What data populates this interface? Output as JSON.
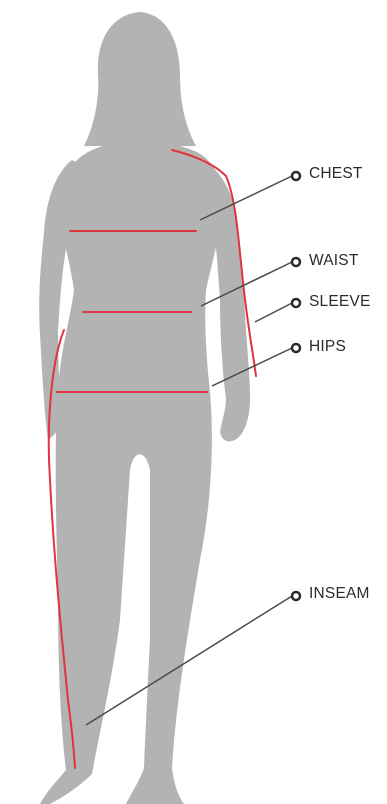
{
  "colors": {
    "background": "#ffffff",
    "silhouette": "#b3b3b3",
    "measure_line": "#e0343e",
    "leader_line": "#4a4a4a",
    "marker": "#2b2b2b"
  },
  "labels": {
    "chest": "CHEST",
    "waist": "WAIST",
    "sleeve": "SLEEVE",
    "hips": "HIPS",
    "inseam": "INSEAM"
  }
}
